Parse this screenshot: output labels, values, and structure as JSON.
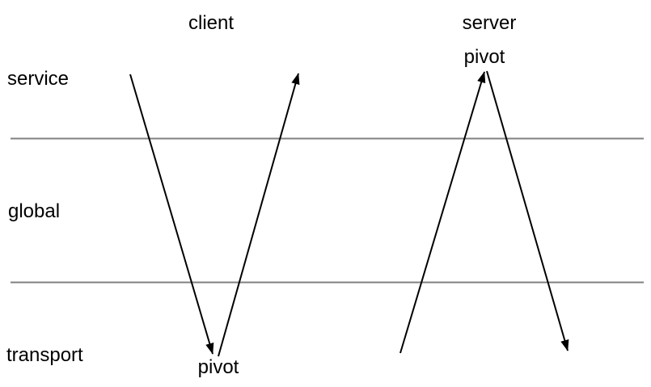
{
  "diagram": {
    "columns": [
      {
        "label": "client"
      },
      {
        "label": "server"
      }
    ],
    "layers": [
      {
        "label": "service"
      },
      {
        "label": "global"
      },
      {
        "label": "transport"
      }
    ],
    "client_pivot_label": "pivot",
    "server_pivot_label": "pivot",
    "colors": {
      "divider": "#808080",
      "arrow": "#000000",
      "text": "#000000",
      "background": "#ffffff"
    }
  }
}
